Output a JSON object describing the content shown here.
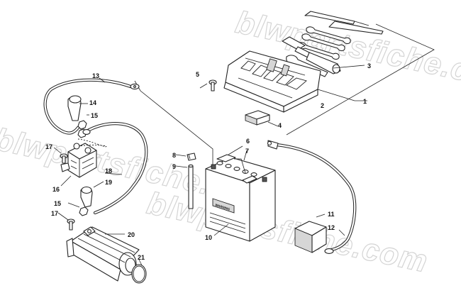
{
  "watermark": {
    "text": "blwpartsfiche.com",
    "color": "#d4d4d4"
  },
  "battery": {
    "label": "WARNING"
  },
  "callouts": [
    {
      "id": "1",
      "label": "1"
    },
    {
      "id": "2",
      "label": "2"
    },
    {
      "id": "3",
      "label": "3"
    },
    {
      "id": "4",
      "label": "4"
    },
    {
      "id": "5",
      "label": "5"
    },
    {
      "id": "6",
      "label": "6"
    },
    {
      "id": "7",
      "label": "7"
    },
    {
      "id": "8",
      "label": "8"
    },
    {
      "id": "9",
      "label": "9"
    },
    {
      "id": "10",
      "label": "10"
    },
    {
      "id": "11",
      "label": "11"
    },
    {
      "id": "12",
      "label": "12"
    },
    {
      "id": "13",
      "label": "13"
    },
    {
      "id": "14",
      "label": "14"
    },
    {
      "id": "15a",
      "label": "15"
    },
    {
      "id": "15b",
      "label": "15"
    },
    {
      "id": "16",
      "label": "16"
    },
    {
      "id": "17a",
      "label": "17"
    },
    {
      "id": "17b",
      "label": "17"
    },
    {
      "id": "18",
      "label": "18"
    },
    {
      "id": "19",
      "label": "19"
    },
    {
      "id": "20",
      "label": "20"
    },
    {
      "id": "21",
      "label": "21"
    }
  ]
}
